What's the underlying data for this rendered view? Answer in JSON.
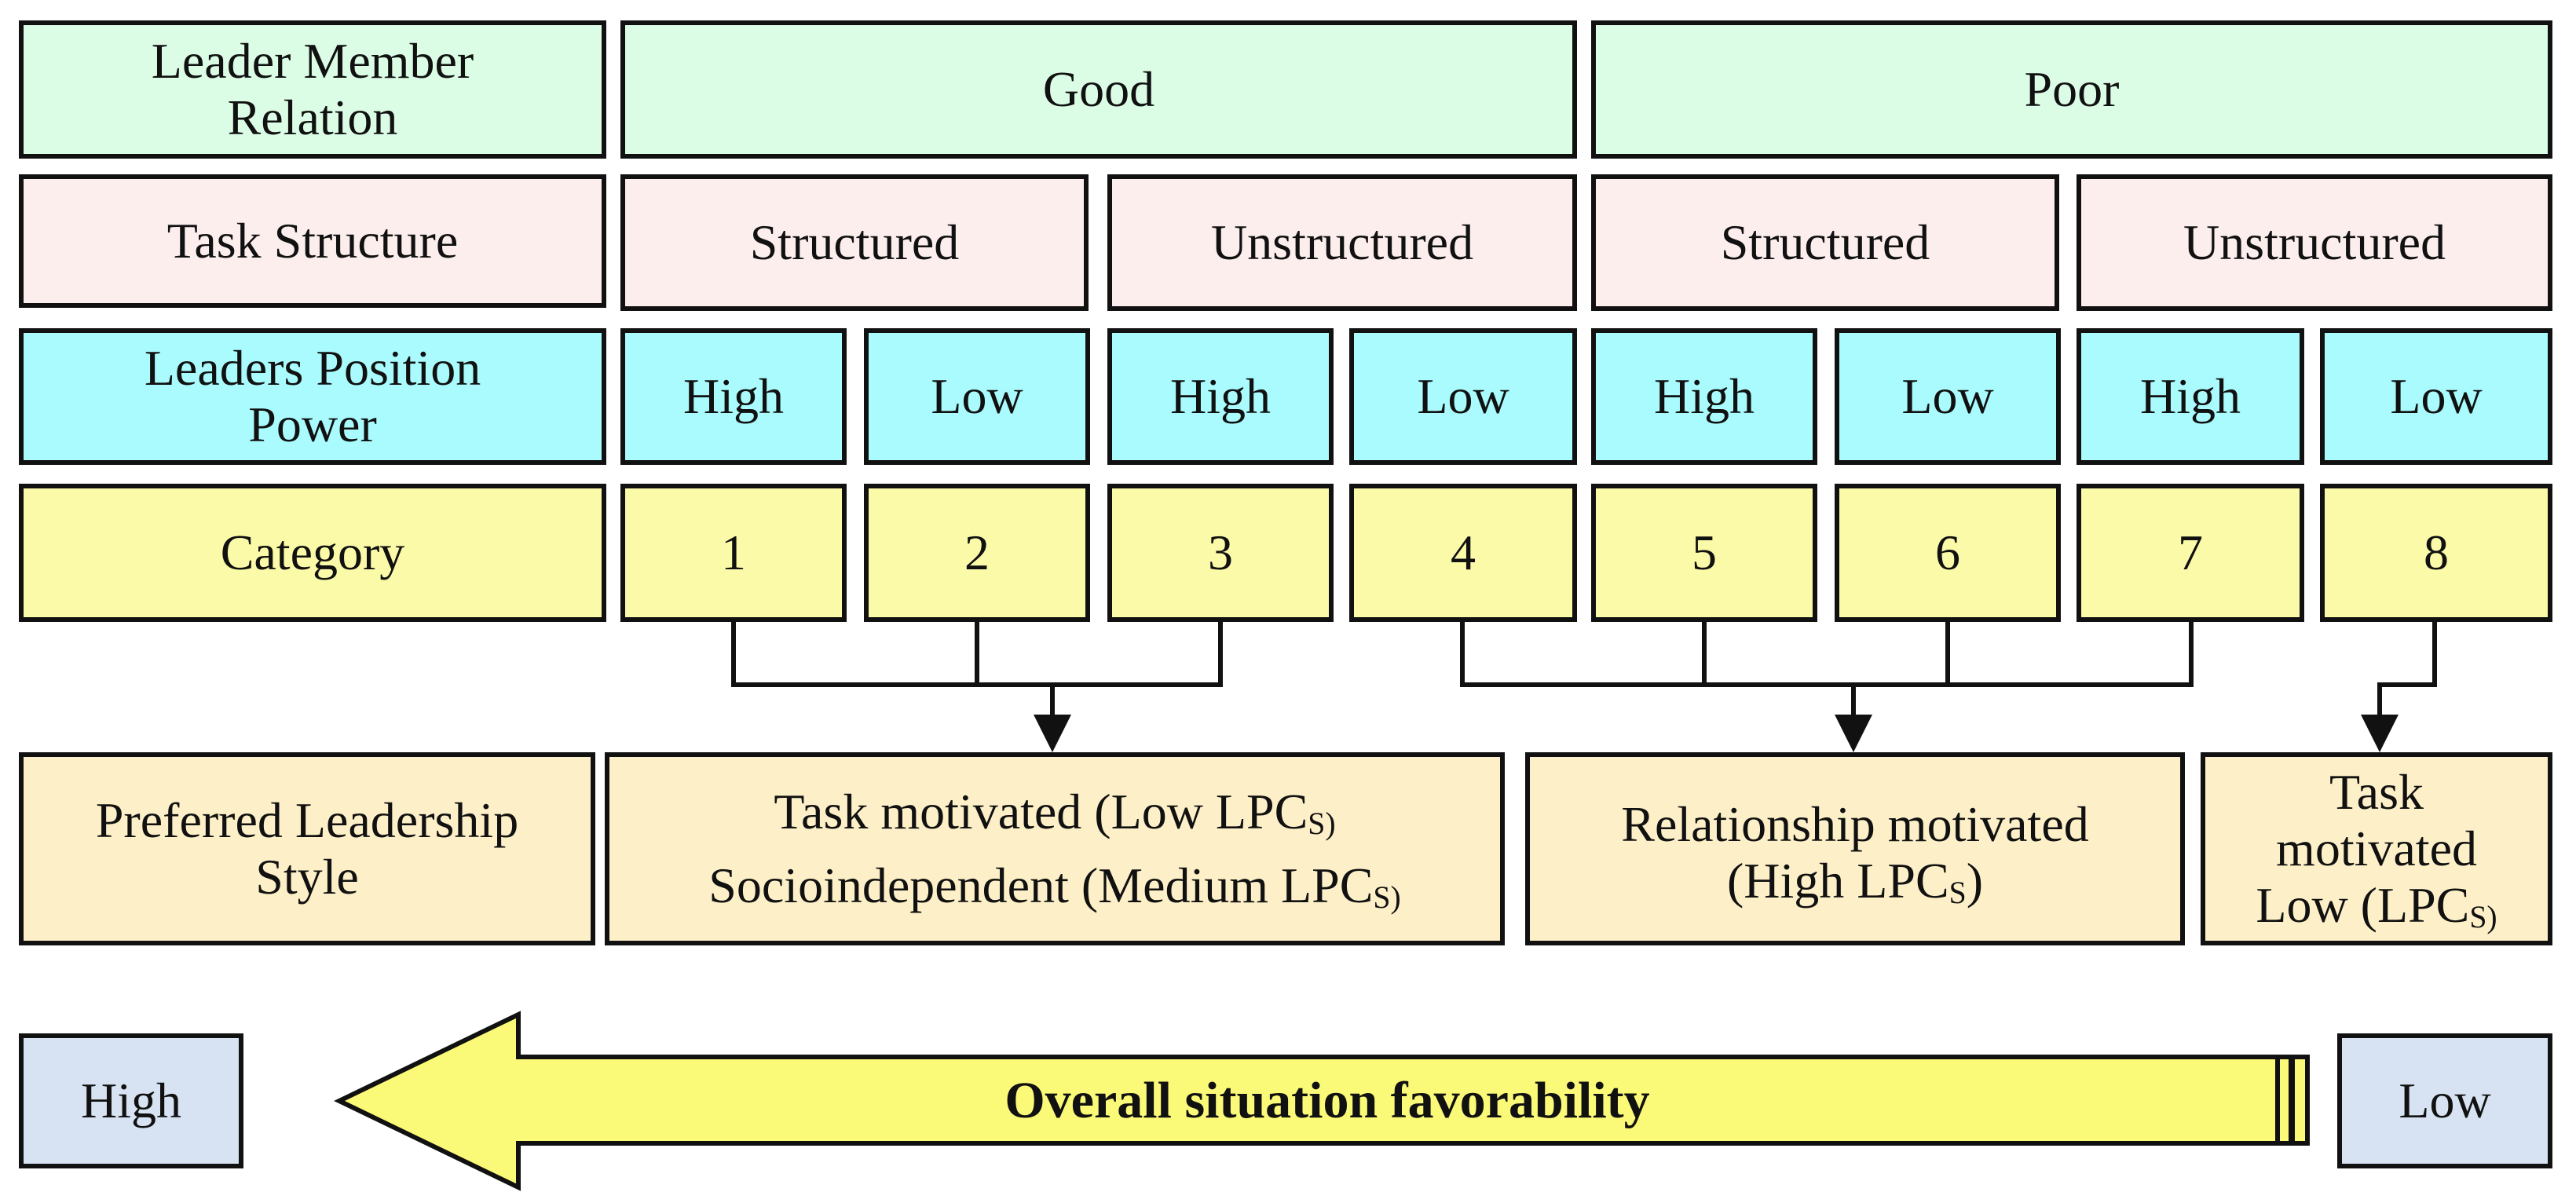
{
  "header_labels": {
    "leader_member_relation": [
      "Leader Member",
      "Relation"
    ],
    "task_structure": "Task Structure",
    "leaders_position_power": [
      "Leaders Position",
      "Power"
    ],
    "category": "Category",
    "preferred_style": [
      "Preferred Leadership",
      "Style"
    ]
  },
  "leader_member_relation": [
    "Good",
    "Poor"
  ],
  "task_structure": [
    "Structured",
    "Unstructured",
    "Structured",
    "Unstructured"
  ],
  "position_power": [
    "High",
    "Low",
    "High",
    "Low",
    "High",
    "Low",
    "High",
    "Low"
  ],
  "categories": [
    "1",
    "2",
    "3",
    "4",
    "5",
    "6",
    "7",
    "8"
  ],
  "styles": {
    "group1": {
      "line1": "Task motivated (Low LPC",
      "line1_sub": "S)",
      "line2": "Socioindependent (Medium LPC",
      "line2_sub": "S)"
    },
    "group2": {
      "line1": "Relationship motivated",
      "line2": "(High LPC",
      "line2_sub": "S",
      "line2_end": ")"
    },
    "group3": {
      "line1": "Task",
      "line2": "motivated",
      "line3": "Low (LPC",
      "line3_sub": "S)"
    }
  },
  "favorability": {
    "high": "High",
    "low": "Low",
    "label": "Overall situation favorability"
  },
  "colors": {
    "relation": "#dbfde6",
    "task": "#fdeeee",
    "power": "#a9fbfd",
    "category": "#fbfaa8",
    "style": "#fdf0c8",
    "favorability_box": "#d7e3f2",
    "arrow": "#fbfa78"
  }
}
